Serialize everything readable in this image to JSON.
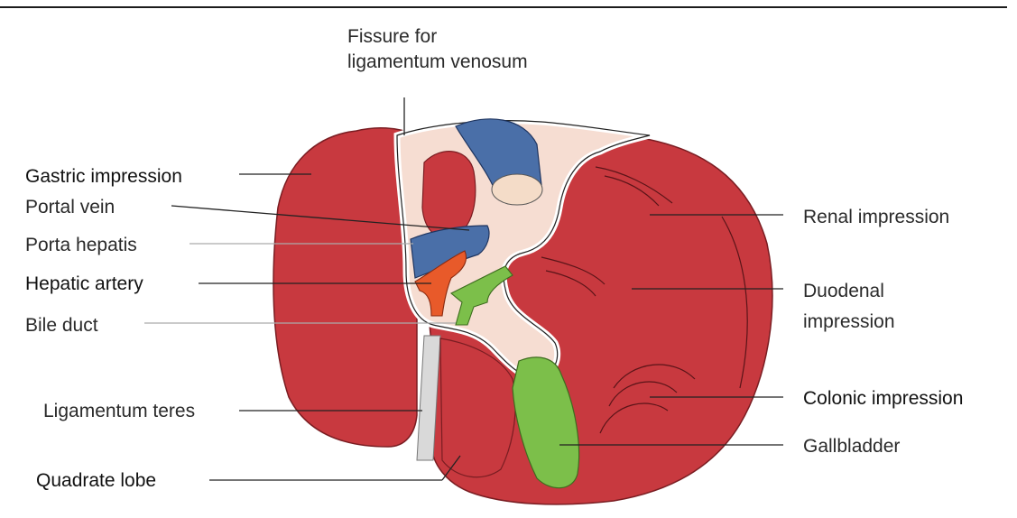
{
  "labels": {
    "fissure_line1": "Fissure for",
    "fissure_line2": "ligamentum venosum",
    "gastric": "Gastric impression",
    "portal_vein": "Portal vein",
    "porta_hepatis": "Porta hepatis",
    "hepatic_artery": "Hepatic artery",
    "bile_duct": "Bile duct",
    "ligamentum_teres": "Ligamentum teres",
    "quadrate_lobe": "Quadrate lobe",
    "renal": "Renal impression",
    "duodenal_line1": "Duodenal",
    "duodenal_line2": "impression",
    "colonic": "Colonic impression",
    "gallbladder": "Gallbladder"
  },
  "colors": {
    "liver": "#c8393f",
    "liver_outline": "#7a1d22",
    "fissure": "#f6ddd2",
    "vein": "#4a6fa8",
    "artery": "#e85a2a",
    "bile": "#7cbf4a",
    "ligament": "#d9d9d9"
  }
}
